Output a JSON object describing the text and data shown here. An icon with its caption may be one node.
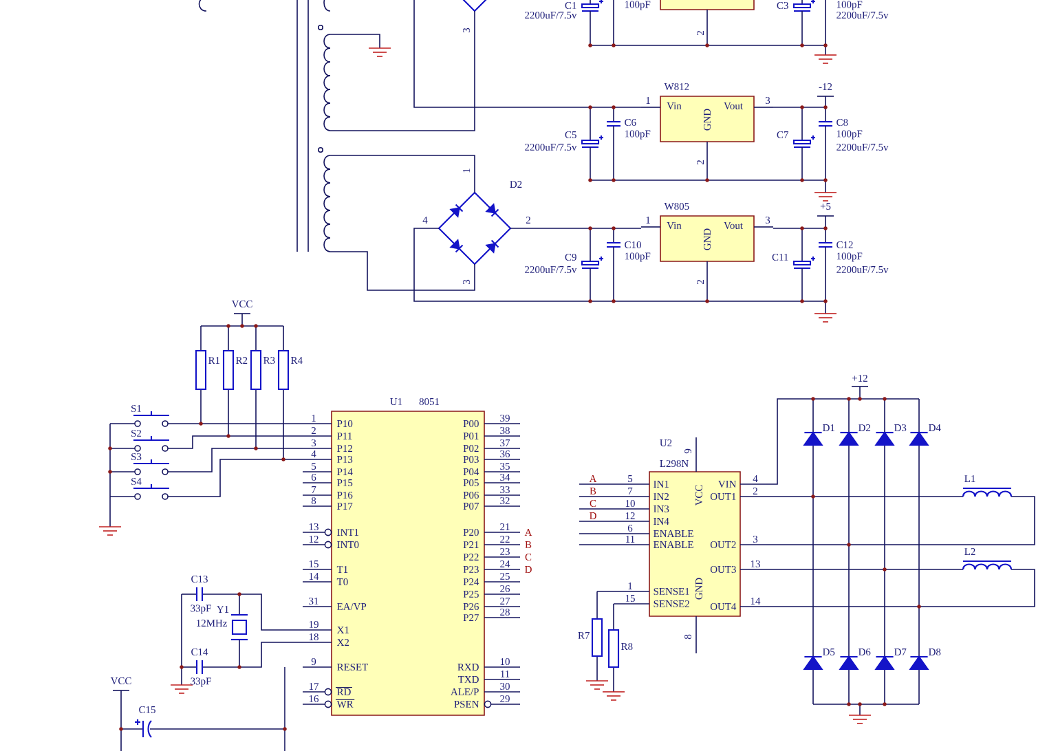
{
  "diagram": {
    "nodes": [
      {
        "text": [
          "2"
        ]
      },
      {
        "text": [
          "W812",
          "Vin",
          "Vout",
          "GND",
          "1",
          "3",
          "2"
        ]
      },
      {
        "text": [
          "W805",
          "Vin",
          "Vout",
          "GND",
          "1",
          "3",
          "2"
        ]
      },
      {
        "text": [
          "U1",
          "8051",
          "P10",
          "P11",
          "P12",
          "P13",
          "P14",
          "P15",
          "P16",
          "P17",
          "INT1",
          "INT0",
          "T1",
          "T0",
          "EA/VP",
          "X1",
          "X2",
          "RESET",
          "RD",
          "WR",
          "P00",
          "P01",
          "P02",
          "P03",
          "P04",
          "P05",
          "P06",
          "P07",
          "P20",
          "P21",
          "P22",
          "P23",
          "P24",
          "P25",
          "P26",
          "P27",
          "RXD",
          "TXD",
          "ALE/P",
          "PSEN",
          "1",
          "2",
          "3",
          "4",
          "5",
          "6",
          "7",
          "8",
          "13",
          "12",
          "15",
          "14",
          "31",
          "19",
          "18",
          "9",
          "17",
          "16",
          "39",
          "38",
          "37",
          "36",
          "35",
          "34",
          "33",
          "32",
          "21",
          "22",
          "23",
          "24",
          "25",
          "26",
          "27",
          "28",
          "10",
          "11",
          "30",
          "29"
        ]
      },
      {
        "text": [
          "U2",
          "L298N",
          "VCC",
          "GND",
          "IN1",
          "IN2",
          "IN3",
          "IN4",
          "ENABLE",
          "ENABLE",
          "SENSE1",
          "SENSE2",
          "VIN",
          "OUT1",
          "OUT2",
          "OUT3",
          "OUT4",
          "5",
          "7",
          "10",
          "12",
          "6",
          "11",
          "1",
          "15",
          "4",
          "2",
          "3",
          "13",
          "14",
          "9",
          "8"
        ]
      }
    ],
    "labels": [
      "3",
      "C1",
      "100pF",
      "2200uF/7.5v",
      "C3",
      "100pF",
      "2200uF/7.5v",
      "-12",
      "C6",
      "C5",
      "100pF",
      "2200uF/7.5v",
      "C8",
      "C7",
      "100pF",
      "2200uF/7.5v",
      "1",
      "D2",
      "4",
      "2",
      "3",
      "+5",
      "C10",
      "C9",
      "100pF",
      "2200uF/7.5v",
      "C12",
      "C11",
      "100pF",
      "2200uF/7.5v",
      "VCC",
      "R1",
      "R2",
      "R3",
      "R4",
      "S1",
      "S2",
      "S3",
      "S4",
      "A",
      "B",
      "C",
      "D",
      "C13",
      "33pF",
      "Y1",
      "12MHz",
      "C14",
      "VCC",
      "33pF",
      "C15",
      "+12",
      "D1",
      "D2",
      "D3",
      "D4",
      "A",
      "B",
      "C",
      "D",
      "L1",
      "L2",
      "D5",
      "D6",
      "D7",
      "D8",
      "R7",
      "R8"
    ]
  }
}
